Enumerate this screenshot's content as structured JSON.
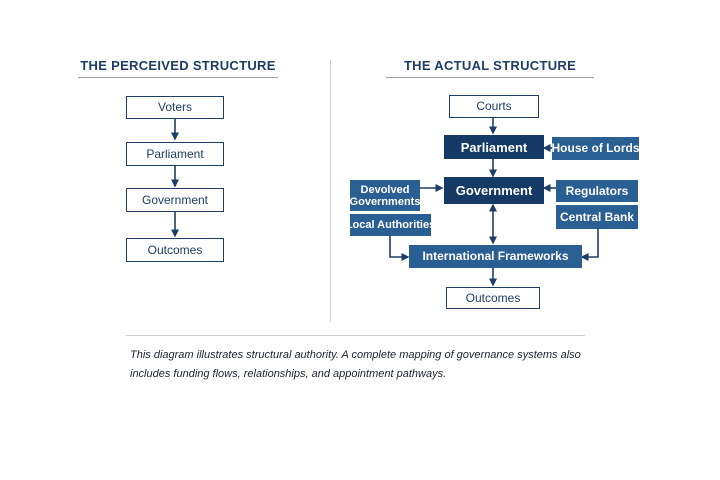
{
  "left": {
    "title": "THE PERCEIVED STRUCTURE",
    "nodes": {
      "voters": "Voters",
      "parliament": "Parliament",
      "government": "Government",
      "outcomes": "Outcomes"
    }
  },
  "right": {
    "title": "THE ACTUAL STRUCTURE",
    "nodes": {
      "courts": "Courts",
      "parliament": "Parliament",
      "house_of_lords": "House of Lords",
      "government": "Government",
      "devolved_governments": "Devolved Governments",
      "local_authorities": "Local Authorities",
      "regulators": "Regulators",
      "central_bank": "Central Bank",
      "international_frameworks": "International Frameworks",
      "outcomes": "Outcomes"
    }
  },
  "footnote": "This diagram illustrates structural authority. A complete mapping of governance systems also includes funding flows, relationships, and appointment pathways.",
  "colors": {
    "navy": "#163a66",
    "mid_blue": "#2a5f93",
    "outline": "#1f3d66"
  }
}
